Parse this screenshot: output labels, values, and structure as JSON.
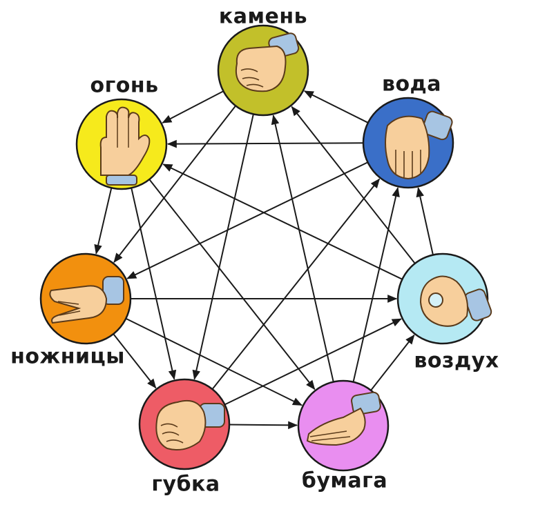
{
  "nodes": [
    {
      "id": "kamen",
      "label": "камень",
      "color": "#c2c02a",
      "hand": "fist-hand-icon"
    },
    {
      "id": "voda",
      "label": "вода",
      "color": "#3a6fc8",
      "hand": "flat-hand-icon"
    },
    {
      "id": "vozdukh",
      "label": "воздух",
      "color": "#b5e9f3",
      "hand": "ok-hand-icon"
    },
    {
      "id": "bumaga",
      "label": "бумага",
      "color": "#e98ef0",
      "hand": "open-palm-icon"
    },
    {
      "id": "gubka",
      "label": "губка",
      "color": "#ee5c66",
      "hand": "squeeze-hand-icon"
    },
    {
      "id": "nozhnitsy",
      "label": "ножницы",
      "color": "#f2900e",
      "hand": "scissors-hand-icon"
    },
    {
      "id": "ogon",
      "label": "огонь",
      "color": "#f6ea1c",
      "hand": "three-fingers-hand-icon"
    }
  ],
  "edges": [
    [
      "kamen",
      "ogon"
    ],
    [
      "kamen",
      "nozhnitsy"
    ],
    [
      "kamen",
      "gubka"
    ],
    [
      "voda",
      "kamen"
    ],
    [
      "voda",
      "ogon"
    ],
    [
      "voda",
      "nozhnitsy"
    ],
    [
      "vozdukh",
      "voda"
    ],
    [
      "vozdukh",
      "kamen"
    ],
    [
      "vozdukh",
      "ogon"
    ],
    [
      "bumaga",
      "vozdukh"
    ],
    [
      "bumaga",
      "voda"
    ],
    [
      "bumaga",
      "kamen"
    ],
    [
      "gubka",
      "bumaga"
    ],
    [
      "gubka",
      "vozdukh"
    ],
    [
      "gubka",
      "voda"
    ],
    [
      "nozhnitsy",
      "gubka"
    ],
    [
      "nozhnitsy",
      "bumaga"
    ],
    [
      "nozhnitsy",
      "vozdukh"
    ],
    [
      "ogon",
      "nozhnitsy"
    ],
    [
      "ogon",
      "gubka"
    ],
    [
      "ogon",
      "bumaga"
    ]
  ]
}
